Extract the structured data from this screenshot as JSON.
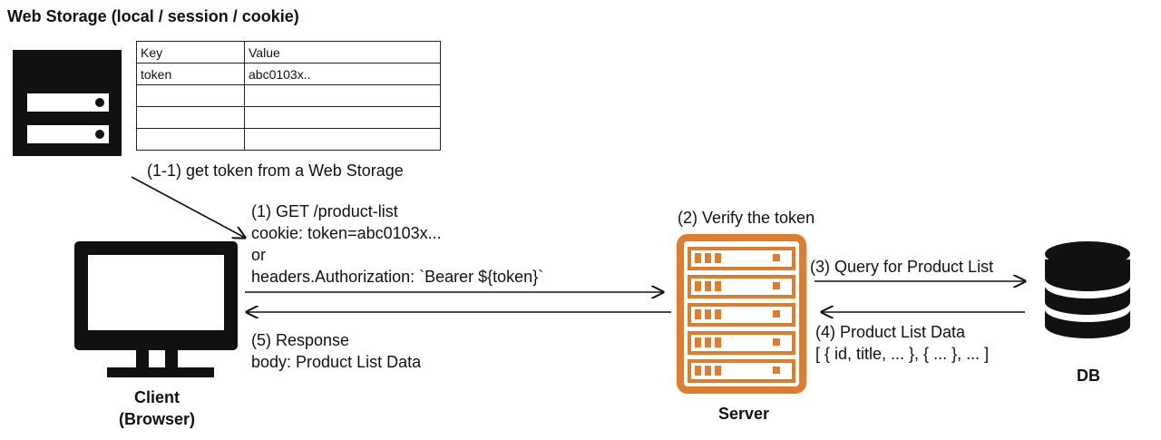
{
  "title": "Web Storage (local / session / cookie)",
  "storage_table": {
    "headers": [
      "Key",
      "Value"
    ],
    "rows": [
      [
        "token",
        "abc0103x.."
      ],
      [
        "",
        ""
      ],
      [
        "",
        ""
      ],
      [
        "",
        ""
      ]
    ]
  },
  "labels": {
    "get_token": "(1-1) get token from a Web Storage",
    "request": [
      "(1) GET /product-list",
      "cookie: token=abc0103x...",
      "or",
      "headers.Authorization: `Bearer ${token}`"
    ],
    "verify": "(2) Verify the token",
    "query": "(3) Query for Product List",
    "product_data": [
      "(4) Product List Data",
      "[ { id, title, ... }, { ... }, ... ]"
    ],
    "response": [
      "(5)  Response",
      "body: Product List Data"
    ]
  },
  "nodes": {
    "client": [
      "Client",
      "(Browser)"
    ],
    "server": "Server",
    "db": "DB"
  },
  "colors": {
    "server": "#E07C2E",
    "storage": "#111111"
  }
}
